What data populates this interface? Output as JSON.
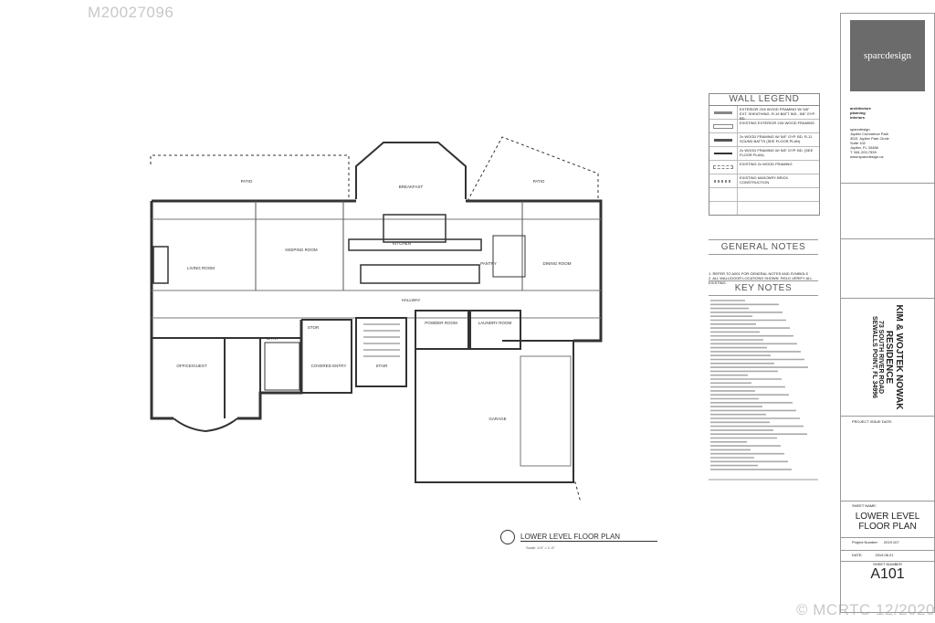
{
  "watermark": {
    "listing_id": "M20027096",
    "copyright": "© MCRTC 12/2020"
  },
  "firm": {
    "logo_text": "sparcdesign",
    "tagline": [
      "architecture",
      "planning",
      "interiors"
    ],
    "address_lines": [
      "sparcdesign",
      "Jupiter Commerce Park",
      "3021 Jupiter Park Circle",
      "Suite 102",
      "Jupiter, FL 33458",
      "T. 561.203.7539",
      "www.sparcdesign.us"
    ]
  },
  "project": {
    "client_title": "KIM & WOJTEK NOWAK RESIDENCE",
    "address_line1": "73 SOUTH RIVER ROAD",
    "address_line2": "SEWALLS POINT, FL 34996",
    "issue_label": "PROJECT ISSUE DATE:",
    "sheet_name_label": "SHEET NAME:",
    "sheet_name": "LOWER LEVEL FLOOR PLAN",
    "sheet_name_line1": "LOWER LEVEL",
    "sheet_name_line2": "FLOOR PLAN",
    "project_number_label": "Project Number:",
    "project_number": "2019.107",
    "date_label": "DATE:",
    "date": "2019.06.21",
    "sheet_number_label": "SHEET NUMBER",
    "sheet_number": "A101"
  },
  "wall_legend": {
    "title": "WALL LEGEND",
    "rows": [
      "EXTERIOR 2X6 WOOD FRAMING W/ 5/8\" EXT. SHEATHING, R-19 BATT INS., 5/8\" GYP. BD.",
      "EXISTING EXTERIOR 2X6 WOOD FRAMING",
      "2x WOOD FRAMING W/ 5/8\" GYP. BD. R-11 SOUND BATTS (SEE FLOOR PLAN)",
      "2x WOOD FRAMING W/ 5/8\" GYP. BD. (SEE FLOOR PLAN)",
      "EXISTING 2x WOOD FRAMING",
      "EXISTING MASONRY BRICK CONSTRUCTION"
    ]
  },
  "general_notes": {
    "title": "GENERAL NOTES",
    "items": [
      "1. REFER TO A001 FOR GENERAL NOTES AND SYMBOLS",
      "2. ALL WALL/DOOR LOCATIONS SHOWN. FIELD VERIFY ALL EXISTING."
    ]
  },
  "key_notes": {
    "title": "KEY NOTES"
  },
  "plan": {
    "title": "LOWER LEVEL FLOOR PLAN",
    "scale": "Scale: 1/4\" = 1'-0\"",
    "rooms": {
      "patio_left": "PATIO",
      "patio_right": "PATIO",
      "breakfast": "BREAKFAST",
      "living": "LIVING ROOM",
      "keeping": "KEEPING ROOM",
      "kitchen": "KITCHEN",
      "pantry": "PANTRY",
      "dining": "DINING ROOM",
      "hallway": "HALLWAY",
      "office": "OFFICE/GUEST",
      "bath": "BATH",
      "stor": "STOR",
      "covered_entry": "COVERED ENTRY",
      "stair": "STAIR",
      "powder": "POWDER ROOM",
      "laundry": "LAUNDRY ROOM",
      "garage": "GARAGE"
    }
  }
}
